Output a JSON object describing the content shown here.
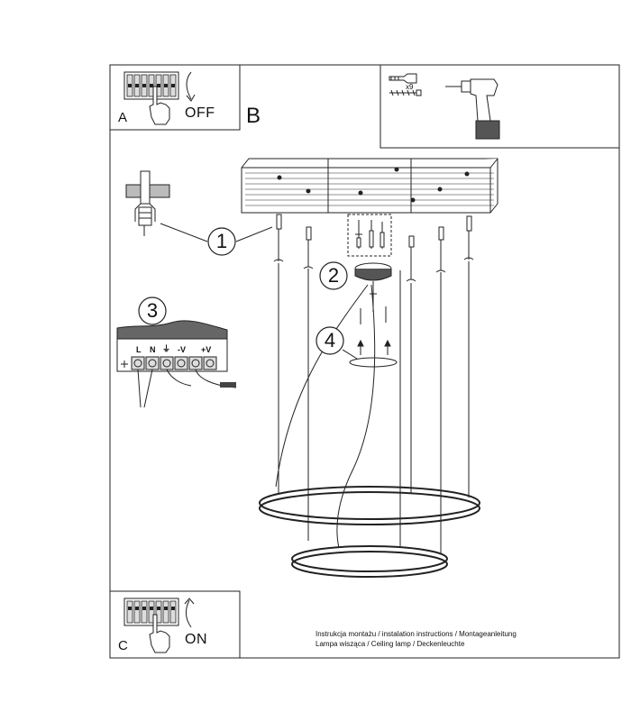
{
  "panels": {
    "a": {
      "letter": "A",
      "switch_label": "OFF"
    },
    "b": {
      "letter": "B"
    },
    "c": {
      "letter": "C",
      "switch_label": "ON"
    }
  },
  "tools": {
    "screw_count": "x9"
  },
  "steps": [
    "1",
    "2",
    "3",
    "4"
  ],
  "terminal_block": {
    "labels": [
      "L",
      "N",
      "⏚",
      "-V",
      "+V"
    ]
  },
  "footer": {
    "line1": "Instrukcja montażu / instalation instructions / Montageanleitung",
    "line2": "Lampa wisząca / Ceiling lamp / Deckenleuchte"
  },
  "icons": [
    "fuse-box-icon",
    "hand-icon",
    "curved-arrow-icon",
    "screw-anchor-icon",
    "drill-icon",
    "wall-plug-icon",
    "terminal-block-icon",
    "ceiling-plate-icon",
    "canopy-icon",
    "ring-lamp-icon"
  ]
}
